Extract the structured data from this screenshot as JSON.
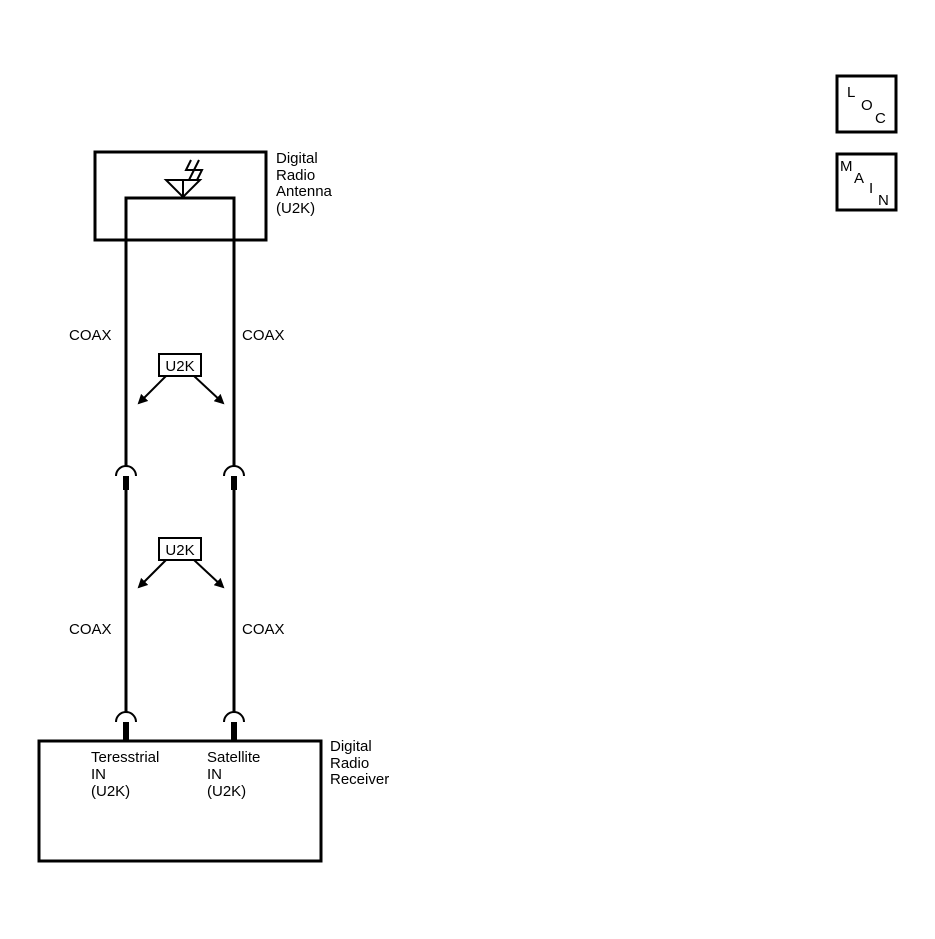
{
  "antenna": {
    "label_lines": [
      "Digital",
      "Radio",
      "Antenna",
      "(U2K)"
    ],
    "icon": "antenna-lightning-icon"
  },
  "wires": {
    "upper_left_label": "COAX",
    "upper_right_label": "COAX",
    "lower_left_label": "COAX",
    "lower_right_label": "COAX"
  },
  "option_tags": {
    "upper": "U2K",
    "lower": "U2K"
  },
  "receiver": {
    "label_lines": [
      "Digital",
      "Radio",
      "Receiver"
    ],
    "pins": [
      {
        "lines": [
          "Teresstrial",
          "IN",
          "(U2K)"
        ]
      },
      {
        "lines": [
          "Satellite",
          "IN",
          "(U2K)"
        ]
      }
    ]
  },
  "nav_buttons": {
    "loc": {
      "letters": [
        "L",
        "O",
        "C"
      ]
    },
    "main": {
      "letters": [
        "M",
        "A",
        "I",
        "N"
      ]
    }
  },
  "colors": {
    "line": "#000000",
    "background": "#ffffff"
  }
}
